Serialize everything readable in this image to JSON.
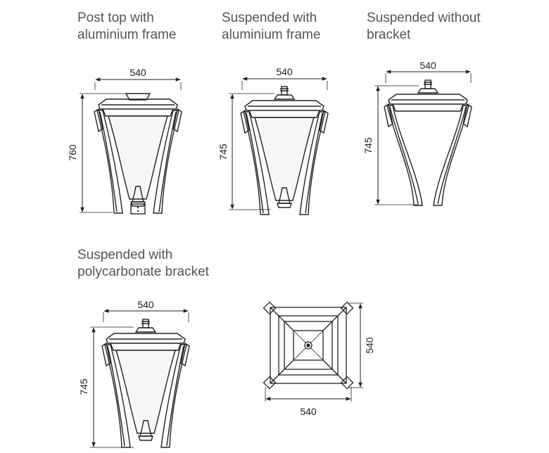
{
  "variants": [
    {
      "caption_line1": "Post top with",
      "caption_line2": "aluminium frame",
      "width_label": "540",
      "height_label": "760"
    },
    {
      "caption_line1": "Suspended with",
      "caption_line2": "aluminium frame",
      "width_label": "540",
      "height_label": "745"
    },
    {
      "caption_line1": "Suspended without",
      "caption_line2": "bracket",
      "width_label": "540",
      "height_label": "745"
    },
    {
      "caption_line1": "Suspended with",
      "caption_line2": "polycarbonate bracket",
      "width_label": "540",
      "height_label": "745"
    }
  ],
  "top_view": {
    "width_label": "540",
    "depth_label": "540"
  }
}
